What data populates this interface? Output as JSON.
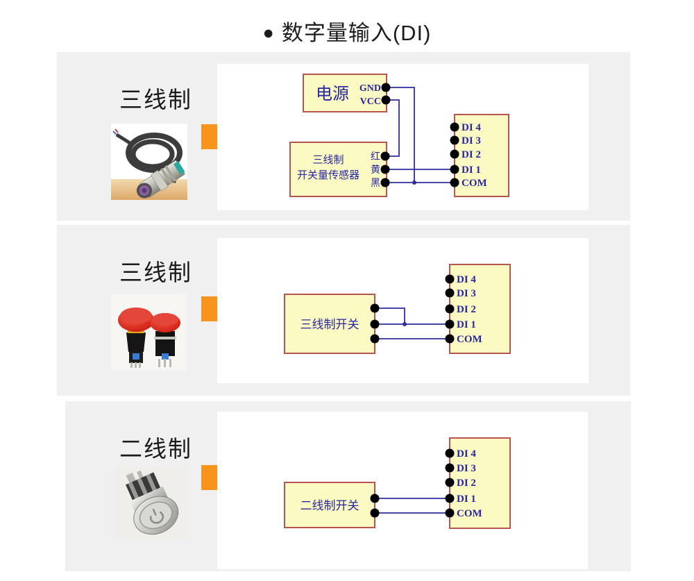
{
  "title": {
    "bullet": "●",
    "text": "数字量输入(DI)"
  },
  "colors": {
    "section_bg": "#f0f0f0",
    "diagram_bg": "#ffffff",
    "box_fill": "#fcfac3",
    "box_border": "#b85450",
    "wire": "#2d2d9e",
    "label_blue": "#2626a0",
    "terminal_dot": "#000000",
    "arrow_orange": "#f7941d",
    "text_dark": "#1a1a1a"
  },
  "di_terminals": [
    "DI 4",
    "DI 3",
    "DI 2",
    "DI 1",
    "COM"
  ],
  "sections": [
    {
      "label": "三线制",
      "photo": "photoelectric-proximity-sensor-with-coiled-cable",
      "power_box": {
        "label": "电源",
        "terminals": [
          "GND",
          "VCC"
        ]
      },
      "device_box": {
        "label_line1": "三线制",
        "label_line2": "开关量传感器",
        "terminals": [
          "红",
          "黄",
          "黑"
        ]
      },
      "connections": [
        {
          "from": "电源.GND",
          "to": "COM"
        },
        {
          "from": "电源.VCC",
          "to": "红"
        },
        {
          "from": "黄",
          "to": "DI 1"
        },
        {
          "from": "黑",
          "to": "COM"
        }
      ]
    },
    {
      "label": "三线制",
      "photo": "red-emergency-stop-push-buttons",
      "device_box": {
        "label": "三线制开关",
        "terminal_count": 3
      },
      "connections": [
        {
          "from": "端子1",
          "to": "DI 1"
        },
        {
          "from": "端子2",
          "to": "DI 1"
        },
        {
          "from": "端子3",
          "to": "COM"
        }
      ]
    },
    {
      "label": "二线制",
      "photo": "metal-power-push-button",
      "device_box": {
        "label": "二线制开关",
        "terminal_count": 2
      },
      "connections": [
        {
          "from": "端子1",
          "to": "DI 1"
        },
        {
          "from": "端子2",
          "to": "COM"
        }
      ]
    }
  ]
}
